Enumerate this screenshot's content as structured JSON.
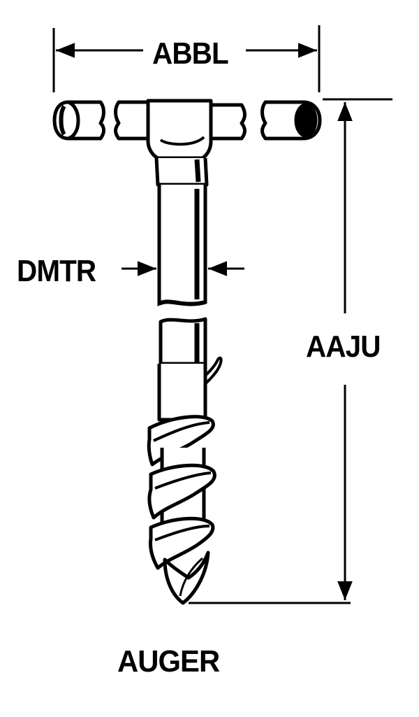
{
  "diagram": {
    "caption": "AUGER",
    "dimensions": {
      "width_label": "ABBL",
      "diameter_label": "DMTR",
      "length_label": "AAJU"
    },
    "colors": {
      "ink": "#000000",
      "paper": "#ffffff"
    }
  }
}
